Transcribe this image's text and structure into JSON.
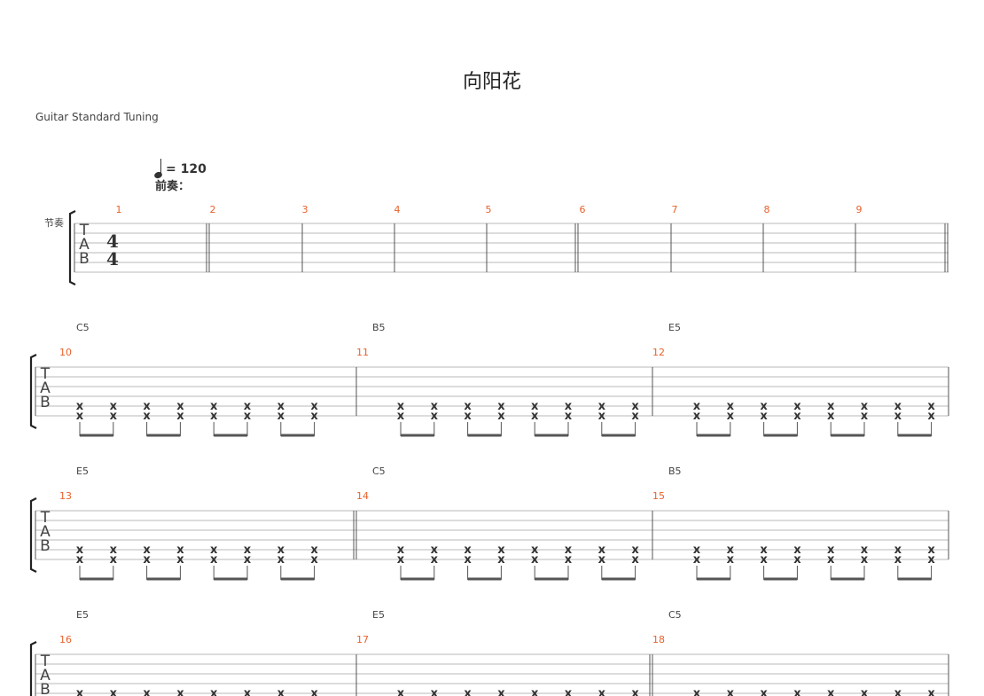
{
  "title": "向阳花",
  "tuning": "Guitar Standard Tuning",
  "tempo": {
    "symbol": "=",
    "bpm": "120"
  },
  "section_label": "前奏：",
  "track_name": "节奏",
  "time_signature": {
    "top": "4",
    "bottom": "4"
  },
  "tab_letters": [
    "T",
    "A",
    "B"
  ],
  "note_glyph": "x",
  "colors": {
    "measure_number": "#e8612c",
    "staff_line": "#b8b8b8",
    "barline": "#555555",
    "text": "#333333"
  },
  "intro_measures": [
    "1",
    "2",
    "3",
    "4",
    "5",
    "6",
    "7",
    "8",
    "9"
  ],
  "systems": [
    {
      "measures": [
        {
          "number": "10",
          "chord": "C5"
        },
        {
          "number": "11",
          "chord": "B5"
        },
        {
          "number": "12",
          "chord": "E5"
        }
      ]
    },
    {
      "measures": [
        {
          "number": "13",
          "chord": "E5"
        },
        {
          "number": "14",
          "chord": "C5"
        },
        {
          "number": "15",
          "chord": "B5"
        }
      ]
    },
    {
      "measures": [
        {
          "number": "16",
          "chord": "E5"
        },
        {
          "number": "17",
          "chord": "E5"
        },
        {
          "number": "18",
          "chord": "C5"
        }
      ]
    }
  ]
}
